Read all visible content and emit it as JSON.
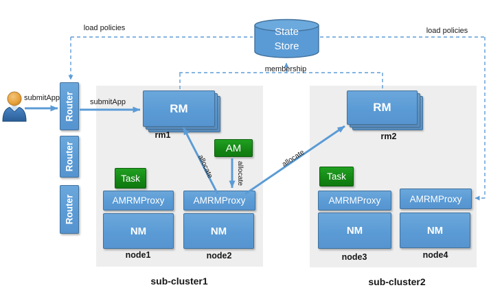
{
  "icons": {
    "user_icon": "person-silhouette"
  },
  "labels": {
    "submit_app_user": "submitApp",
    "submit_app_router": "submitApp",
    "load_policies_left": "load policies",
    "load_policies_right": "load policies",
    "membership": "membership",
    "allocate_to_rm1": "allocate",
    "allocate_am": "allocate",
    "allocate_to_rm2": "allocate"
  },
  "routers": [
    "Router",
    "Router",
    "Router"
  ],
  "state_store": {
    "line1": "State",
    "line2": "Store"
  },
  "clusters": [
    {
      "label": "sub-cluster1",
      "rm": {
        "box": "RM",
        "name": "rm1"
      },
      "am": "AM",
      "task": "Task",
      "nodes": [
        {
          "name": "node1",
          "proxy": "AMRMProxy",
          "nm": "NM"
        },
        {
          "name": "node2",
          "proxy": "AMRMProxy",
          "nm": "NM"
        }
      ]
    },
    {
      "label": "sub-cluster2",
      "rm": {
        "box": "RM",
        "name": "rm2"
      },
      "task": "Task",
      "nodes": [
        {
          "name": "node3",
          "proxy": "AMRMProxy",
          "nm": "NM"
        },
        {
          "name": "node4",
          "proxy": "AMRMProxy",
          "nm": "NM"
        }
      ]
    }
  ],
  "colors": {
    "box_blue": "#5B9BD5",
    "box_blue_border": "#41719C",
    "green": "#128212",
    "green_border": "#0B5E0B",
    "cluster_bg": "#EEEEEE",
    "line_blue": "#5B9BD5",
    "text": "#161616"
  }
}
